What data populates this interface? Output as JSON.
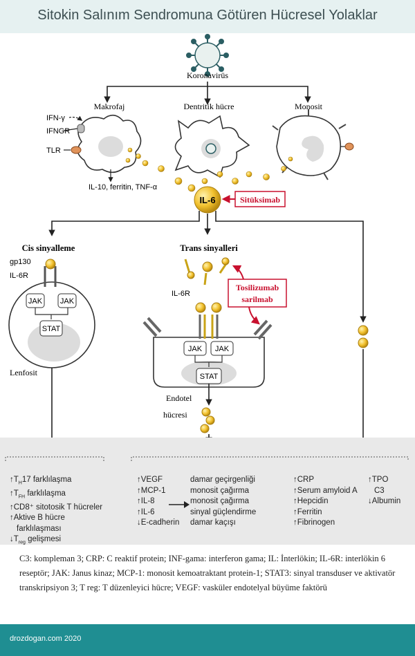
{
  "title": "Sitokin Salınım Sendromuna Götüren Hücresel Yolaklar",
  "labels": {
    "coronavirus": "Koronavirüs",
    "macrophage": "Makrofaj",
    "dendritic": "Dentritik hücre",
    "monocyte": "Monosit",
    "ifn_gamma": "IFN-γ",
    "ifngr": "IFNGR",
    "tlr": "TLR",
    "mac_products": "IL-10, ferritin, TNF-α",
    "il6": "IL-6",
    "siltuximab": "Sitüksimab",
    "cis": "Cis sinyalleme",
    "trans": "Trans sinyalleri",
    "gp130": "gp130",
    "il6r_left": "IL-6R",
    "il6r_mid": "IL-6R",
    "jak": "JAK",
    "stat": "STAT",
    "lymphocyte": "Lenfosit",
    "tocilizumab_1": "Tosilizumab",
    "tocilizumab_2": "sarilmab",
    "endothelial_1": "Endotel",
    "endothelial_2": "hücresi"
  },
  "effects": {
    "left": [
      "↑T",
      "H",
      "17  farklılaşma",
      "↑T",
      "FH",
      "  farklılaşma",
      "↑CD8⁺ sitotosik T hücreler",
      "↑Aktive B hücre",
      "farklılaşması",
      "↓T",
      "reg",
      "  gelişmesi"
    ],
    "mid_markers": [
      "↑VEGF",
      "↑MCP-1",
      "↑IL-8",
      "↑IL-6",
      "↓E-cadherin"
    ],
    "mid_effects": [
      "damar geçirgenliği",
      "monosit çağırma",
      "monosit çağırma",
      "sinyal güçlendirme",
      "damar kaçışı"
    ],
    "right_a": [
      "↑CRP",
      "↑Serum amyloid A",
      "↑Hepcidin",
      "↑Ferritin",
      "↑Fibrinogen"
    ],
    "right_b": [
      "↑TPO",
      "C3",
      "↓Albumin"
    ]
  },
  "legend": "C3: kompleman 3; CRP: C reaktif protein; INF-gama: interferon gama; IL: İnterlökin; IL-6R: interlökin 6 reseptör; JAK: Janus kinaz; MCP-1: monosit kemoatraktant protein-1; STAT3: sinyal transduser ve aktivatör transkripsiyon 3; T reg: T düzenleyici hücre; VEGF: vasküler endotelyal büyüme faktörü",
  "footer": "drozdogan.com 2020",
  "colors": {
    "accent_band": "#e6f1f1",
    "footer": "#1f8e92",
    "il6_yellow": "#f2c12e",
    "inhibitor_red": "#c8102e"
  }
}
